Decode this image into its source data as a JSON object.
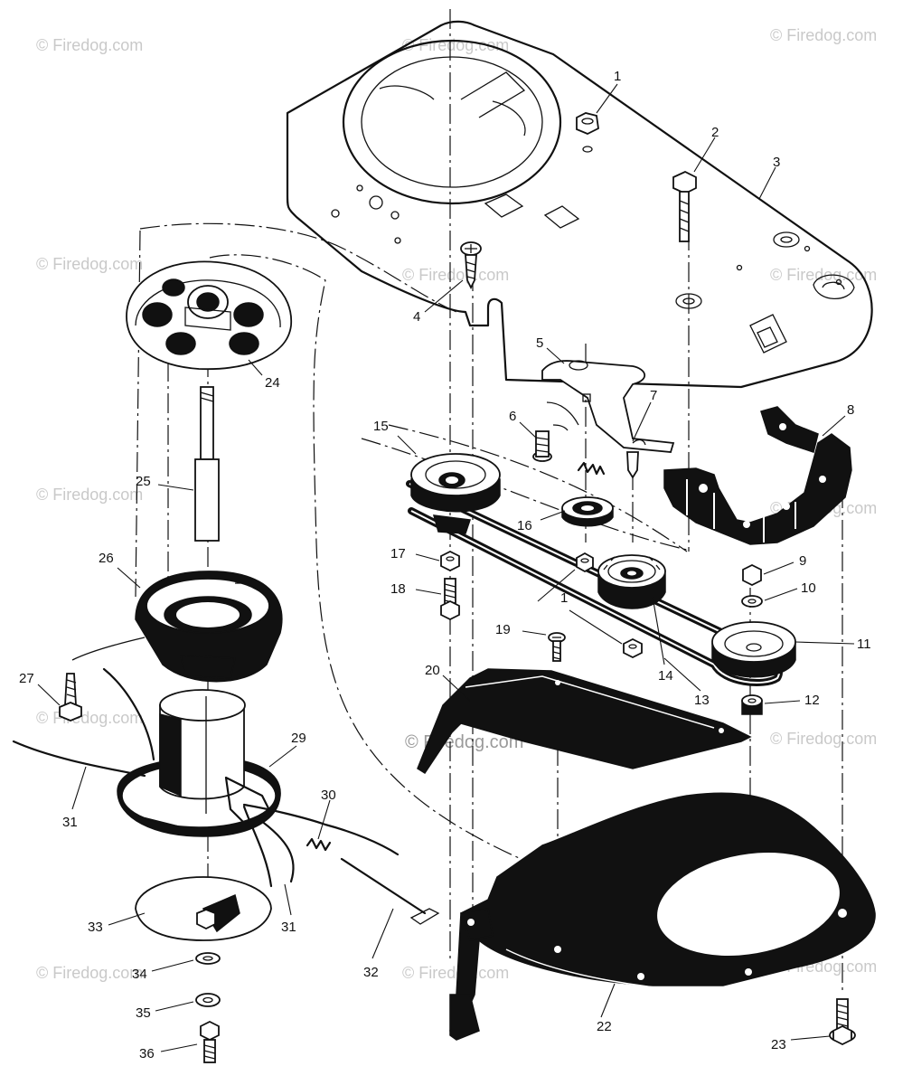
{
  "watermark": {
    "text": "© Firedog.com"
  },
  "callouts": [
    {
      "id": "c1a",
      "label": "1"
    },
    {
      "id": "c2",
      "label": "2"
    },
    {
      "id": "c3",
      "label": "3"
    },
    {
      "id": "c4",
      "label": "4"
    },
    {
      "id": "c5",
      "label": "5"
    },
    {
      "id": "c6",
      "label": "6"
    },
    {
      "id": "c7",
      "label": "7"
    },
    {
      "id": "c8",
      "label": "8"
    },
    {
      "id": "c9",
      "label": "9"
    },
    {
      "id": "c10",
      "label": "10"
    },
    {
      "id": "c11",
      "label": "11"
    },
    {
      "id": "c12",
      "label": "12"
    },
    {
      "id": "c13",
      "label": "13"
    },
    {
      "id": "c14",
      "label": "14"
    },
    {
      "id": "c15",
      "label": "15"
    },
    {
      "id": "c16",
      "label": "16"
    },
    {
      "id": "c17",
      "label": "17"
    },
    {
      "id": "c18",
      "label": "18"
    },
    {
      "id": "c19",
      "label": "19"
    },
    {
      "id": "c1b",
      "label": "1"
    },
    {
      "id": "c20",
      "label": "20"
    },
    {
      "id": "c22",
      "label": "22"
    },
    {
      "id": "c23",
      "label": "23"
    },
    {
      "id": "c24",
      "label": "24"
    },
    {
      "id": "c25",
      "label": "25"
    },
    {
      "id": "c26",
      "label": "26"
    },
    {
      "id": "c27",
      "label": "27"
    },
    {
      "id": "c29",
      "label": "29"
    },
    {
      "id": "c30",
      "label": "30"
    },
    {
      "id": "c31a",
      "label": "31"
    },
    {
      "id": "c31b",
      "label": "31"
    },
    {
      "id": "c32",
      "label": "32"
    },
    {
      "id": "c33",
      "label": "33"
    },
    {
      "id": "c34",
      "label": "34"
    },
    {
      "id": "c35",
      "label": "35"
    },
    {
      "id": "c36",
      "label": "36"
    }
  ]
}
